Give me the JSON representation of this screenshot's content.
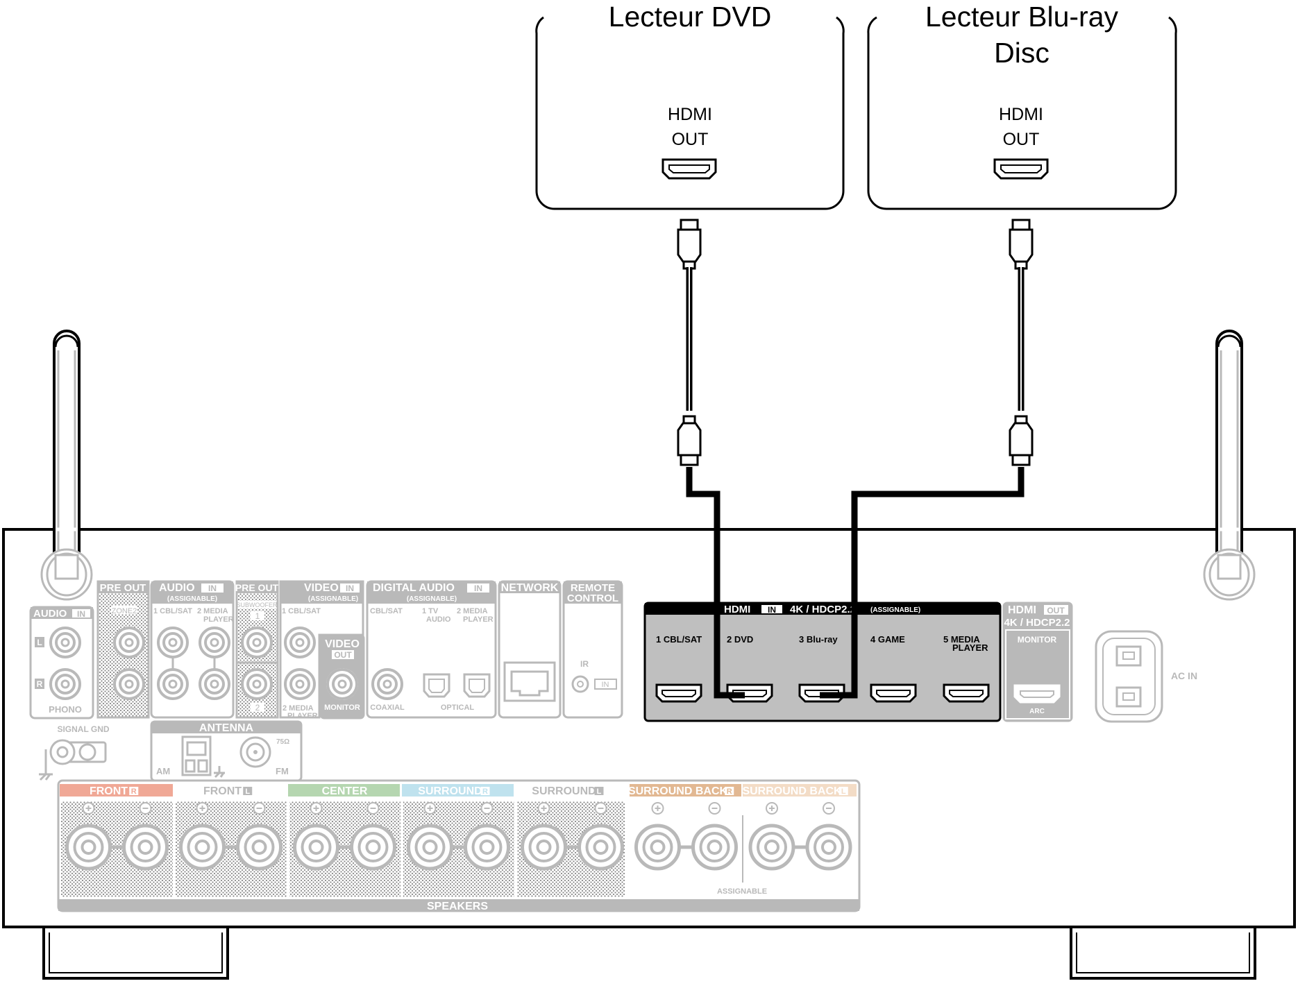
{
  "devices": [
    {
      "name": "Lecteur DVD",
      "port_line1": "HDMI",
      "port_line2": "OUT"
    },
    {
      "name_line1": "Lecteur Blu-ray",
      "name_line2": "Disc",
      "port_line1": "HDMI",
      "port_line2": "OUT"
    }
  ],
  "receiver": {
    "audio_in": {
      "title": "AUDIO",
      "tag": "IN",
      "l": "L",
      "r": "R",
      "phono": "PHONO"
    },
    "pre_out_zone": {
      "title": "PRE OUT",
      "sub": "ZONE2"
    },
    "audio_assignable": {
      "title": "AUDIO",
      "tag": "IN",
      "sub": "(ASSIGNABLE)",
      "in1": "1 CBL/SAT",
      "in2a": "2  MEDIA",
      "in2b": "PLAYER"
    },
    "pre_out_sub": {
      "title": "PRE OUT",
      "sub": "SUBWOOFER",
      "n1": "1",
      "n2": "2"
    },
    "video_in": {
      "title": "VIDEO",
      "tag": "IN",
      "sub": "(ASSIGNABLE)",
      "in1": "1 CBL/SAT",
      "in2a": "2  MEDIA",
      "in2b": "PLAYER"
    },
    "video_out": {
      "title": "VIDEO",
      "tag": "OUT",
      "monitor": "MONITOR"
    },
    "digital_audio": {
      "title": "DIGITAL AUDIO",
      "tag": "IN",
      "sub": "(ASSIGNABLE)",
      "cbl": "CBL/SAT",
      "tv1": "1   TV",
      "tv2": "AUDIO",
      "mp1": "2  MEDIA",
      "mp2": "PLAYER",
      "coaxial": "COAXIAL",
      "optical": "OPTICAL"
    },
    "network": {
      "title": "NETWORK"
    },
    "remote": {
      "title1": "REMOTE",
      "title2": "CONTROL",
      "ir": "IR",
      "tag": "IN"
    },
    "signal_gnd": "SIGNAL GND",
    "antenna": {
      "title": "ANTENNA",
      "am": "AM",
      "fm": "FM",
      "ohm": "75Ω"
    },
    "hdmi_in": {
      "title": "HDMI",
      "tag": "IN",
      "spec": "4K / HDCP2.2",
      "assignable": "(ASSIGNABLE)",
      "ports": [
        {
          "num": "1",
          "label": "CBL/SAT"
        },
        {
          "num": "2",
          "label": "DVD"
        },
        {
          "num": "3",
          "label": "Blu-ray"
        },
        {
          "num": "4",
          "label": "GAME"
        },
        {
          "num": "5",
          "label": "MEDIA",
          "label2": "PLAYER"
        }
      ]
    },
    "hdmi_out": {
      "title": "HDMI",
      "tag": "OUT",
      "spec": "4K / HDCP2.2",
      "monitor": "MONITOR",
      "arc": "ARC"
    },
    "ac_in": "AC IN",
    "speakers": {
      "groups": [
        {
          "name": "FRONT",
          "ch": "R",
          "color": "#f0a896"
        },
        {
          "name": "FRONT",
          "ch": "L",
          "color": "#ffffff"
        },
        {
          "name": "CENTER",
          "ch": "",
          "color": "#b5d6b0"
        },
        {
          "name": "SURROUND",
          "ch": "R",
          "color": "#bfe2ee"
        },
        {
          "name": "SURROUND",
          "ch": "L",
          "color": "#ffffff"
        },
        {
          "name": "SURROUND BACK",
          "ch": "R",
          "color": "#e2b892"
        },
        {
          "name": "SURROUND BACK",
          "ch": "L",
          "color": "#f3dcc6"
        }
      ],
      "assignable": "ASSIGNABLE",
      "footer": "SPEAKERS"
    }
  },
  "colors": {
    "line": "#000000",
    "panel_gray": "#b9b9b9",
    "hdmi_panel": "#bfbfbf"
  }
}
